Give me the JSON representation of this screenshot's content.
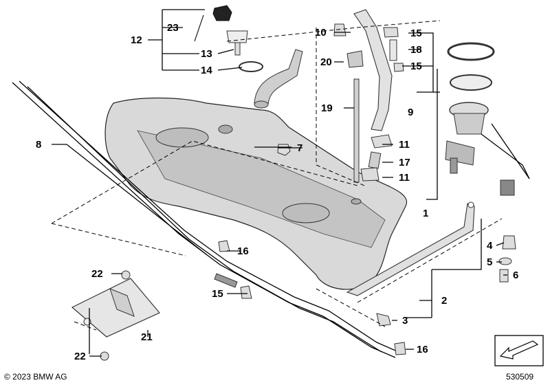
{
  "callouts": {
    "c1": "1",
    "c2": "2",
    "c3": "3",
    "c4": "4",
    "c5": "5",
    "c6": "6",
    "c7": "7",
    "c8": "8",
    "c9": "9",
    "c10": "10",
    "c11a": "11",
    "c11b": "11",
    "c12": "12",
    "c13": "13",
    "c14": "14",
    "c15a": "15",
    "c15b": "15",
    "c15c": "15",
    "c16a": "16",
    "c16b": "16",
    "c17": "17",
    "c18": "18",
    "c19": "19",
    "c20": "20",
    "c21": "21",
    "c22a": "22",
    "c22b": "22",
    "c23": "23"
  },
  "footer": {
    "copyright": "© 2023 BMW AG",
    "doc_number": "530509"
  }
}
